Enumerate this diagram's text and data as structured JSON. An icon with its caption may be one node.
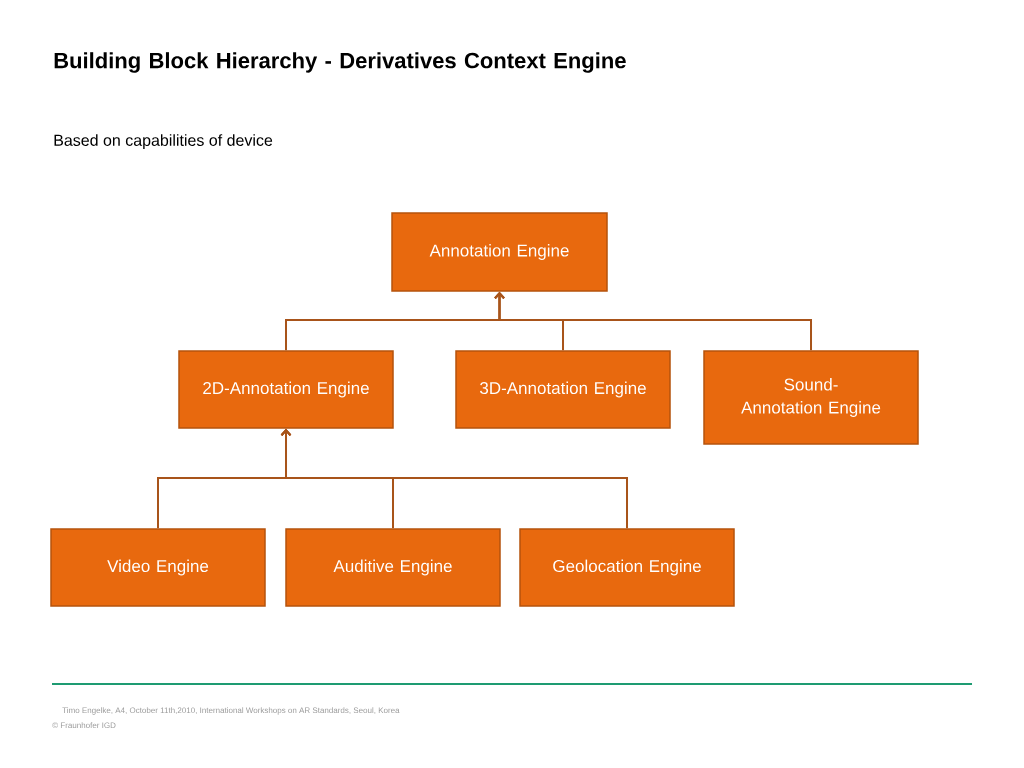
{
  "diagram": {
    "title": "Building Block Hierarchy - Derivatives Context Engine",
    "nodes": [
      {
        "text": [
          "Annotation Engine"
        ]
      },
      {
        "text": [
          "2D-Annotation Engine"
        ]
      },
      {
        "text": [
          "3D-Annotation Engine"
        ]
      },
      {
        "text": [
          "Sound-Annotation Engine"
        ]
      },
      {
        "text": [
          "Video Engine"
        ]
      },
      {
        "text": [
          "Auditive Engine"
        ]
      },
      {
        "text": [
          "Geolocation Engine"
        ]
      }
    ],
    "edges": [
      {
        "from": 1,
        "to": 0,
        "arrow": "to"
      },
      {
        "from": 2,
        "to": 0,
        "arrow": "to"
      },
      {
        "from": 3,
        "to": 0,
        "arrow": "to"
      },
      {
        "from": 4,
        "to": 1,
        "arrow": "to"
      },
      {
        "from": 5,
        "to": 1,
        "arrow": "to"
      },
      {
        "from": 6,
        "to": 1,
        "arrow": "to"
      }
    ],
    "labels": [
      "Based on capabilities of device",
      "Timo Engelke, A4, October 11th,2010, International Workshops on AR Standards, Seoul, Korea",
      "© Fraunhofer IGD"
    ]
  }
}
